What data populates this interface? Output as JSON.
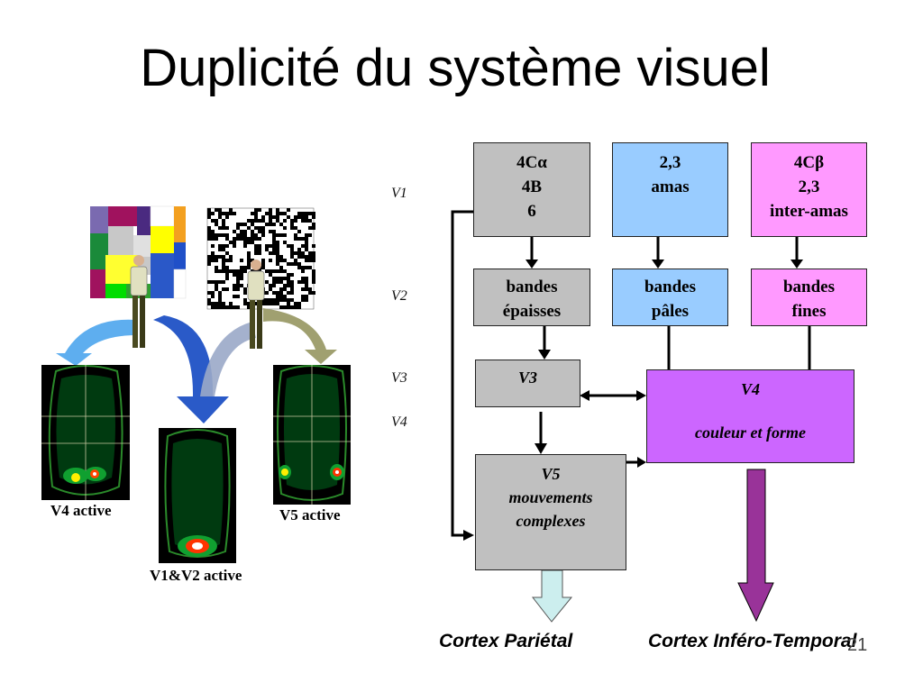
{
  "title": "Duplicité du système visuel",
  "levels": {
    "v1": "V1",
    "v2": "V2",
    "v3": "V3",
    "v4": "V4"
  },
  "boxes": {
    "magno_v1": [
      "4Cα",
      "4B",
      "6"
    ],
    "blob_v1": [
      "2,3",
      "amas"
    ],
    "interblob_v1": [
      "4Cβ",
      "2,3",
      "inter-amas"
    ],
    "thick": [
      "bandes",
      "épaisses"
    ],
    "pale": [
      "bandes",
      "pâles"
    ],
    "thin": [
      "bandes",
      "fines"
    ],
    "v3": "V3",
    "v4": {
      "name": "V4",
      "desc": "couleur et forme"
    },
    "v5": {
      "name": "V5",
      "desc": [
        "mouvements",
        "complexes"
      ]
    }
  },
  "outputs": {
    "parietal": "Cortex Pariétal",
    "temporal": "Cortex Inféro-Temporal"
  },
  "figure": {
    "v4_active": "V4 active",
    "v5_active": "V5 active",
    "v1v2_active": "V1&V2 active"
  },
  "page_number": "21",
  "colors": {
    "gray_box": "#c0c0c0",
    "blue_box": "#99ccff",
    "pink_box": "#ff99ff",
    "purple_box": "#cc66ff",
    "temporal_arrow": "#993399",
    "parietal_arrow": "#cceeee"
  }
}
